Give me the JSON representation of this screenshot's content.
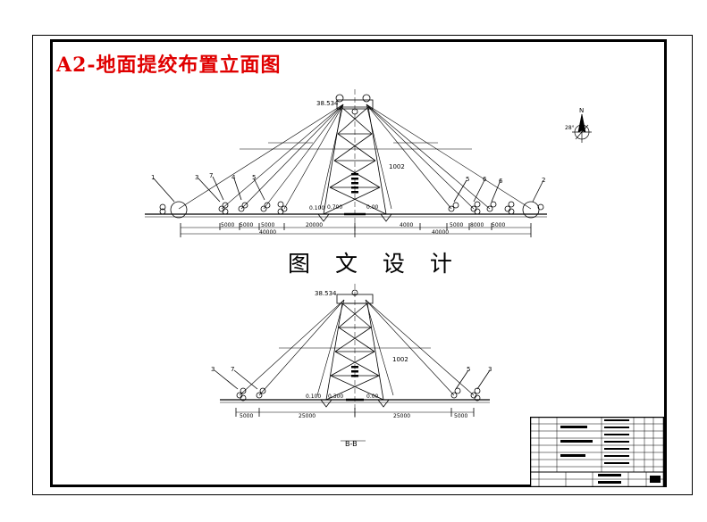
{
  "drawing": {
    "title": "A2-地面提绞布置立面图",
    "center_caption": "图 文 设 计",
    "section_label": "B-B"
  },
  "top_view": {
    "apex_mark": "38.534",
    "boom_mark": "1002",
    "left_callouts": [
      "1",
      "3",
      "7",
      "4",
      "5"
    ],
    "right_callouts": [
      "5",
      "6",
      "6",
      "2"
    ],
    "ground_left": "0.100",
    "ground_mid": "0.700",
    "ground_right": "0.00",
    "dims_left": [
      "5000",
      "5000",
      "5000",
      "20000"
    ],
    "dims_right": [
      "4000",
      "5000",
      "8000",
      "5000"
    ],
    "total_left": "40000",
    "total_right": "40000"
  },
  "bottom_view": {
    "apex_mark": "38.534",
    "boom_mark": "1002",
    "left_callouts": [
      "3",
      "7"
    ],
    "right_callouts": [
      "5",
      "3"
    ],
    "ground_left": "0.100",
    "ground_mid": "0.300",
    "ground_right": "0.00",
    "dims": [
      "5000",
      "25000",
      "25000",
      "5000"
    ]
  },
  "compass": {
    "north": "N",
    "label": "28°"
  }
}
